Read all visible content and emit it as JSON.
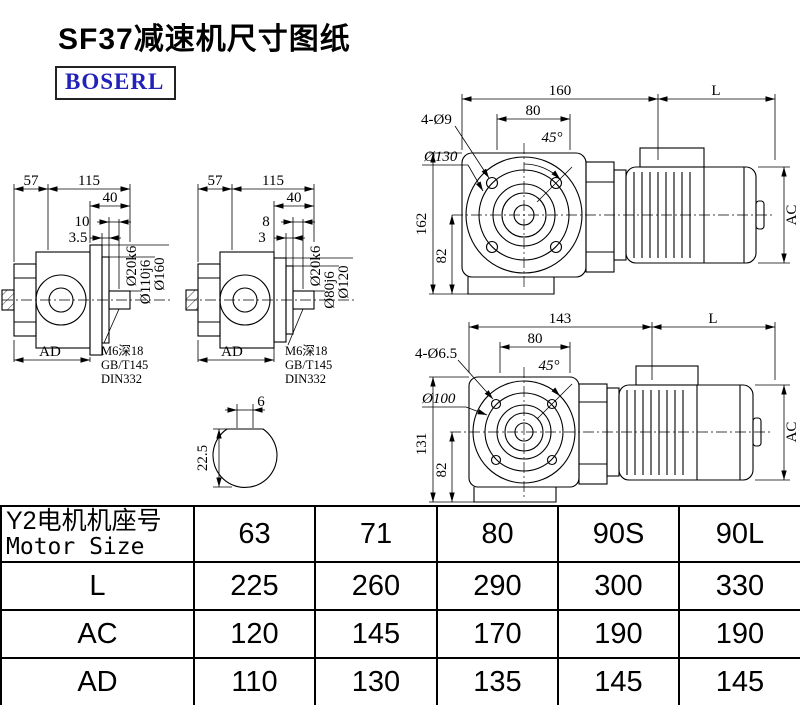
{
  "page": {
    "title": "SF37减速机尺寸图纸",
    "brand": "BOSERL"
  },
  "side_view_1": {
    "w57": "57",
    "w115": "115",
    "w40": "40",
    "w10": "10",
    "w35": "3.5",
    "shaft_dia": "Ø20k6",
    "spigot_dia": "Ø110j6",
    "flange_dia": "Ø160",
    "ad": "AD",
    "note1": "M6深18",
    "note2": "GB/T145",
    "note3": "DIN332"
  },
  "side_view_2": {
    "w57": "57",
    "w115": "115",
    "w40": "40",
    "w8": "8",
    "w3": "3",
    "shaft_dia": "Ø20k6",
    "spigot_dia": "Ø80j6",
    "flange_dia": "Ø120",
    "ad": "AD",
    "note1": "M6深18",
    "note2": "GB/T145",
    "note3": "DIN332"
  },
  "front_view_1": {
    "w160": "160",
    "len": "L",
    "w80": "80",
    "holes": "4-Ø9",
    "angle": "45°",
    "bolt_circle": "Ø130",
    "h162": "162",
    "h82": "82",
    "ac": "AC"
  },
  "front_view_2": {
    "w143": "143",
    "len": "L",
    "w80": "80",
    "holes": "4-Ø6.5",
    "angle": "45°",
    "bolt_circle": "Ø100",
    "h131": "131",
    "h82": "82",
    "ac": "AC"
  },
  "shaft_section": {
    "w6": "6",
    "h225": "22.5"
  },
  "table": {
    "header": {
      "line1": "Y2电机机座号",
      "line2": "Motor Size"
    },
    "sizes": [
      "63",
      "71",
      "80",
      "90S",
      "90L"
    ],
    "rows": [
      {
        "label": "L",
        "values": [
          "225",
          "260",
          "290",
          "300",
          "330"
        ]
      },
      {
        "label": "AC",
        "values": [
          "120",
          "145",
          "170",
          "190",
          "190"
        ]
      },
      {
        "label": "AD",
        "values": [
          "110",
          "130",
          "135",
          "145",
          "145"
        ]
      }
    ]
  }
}
